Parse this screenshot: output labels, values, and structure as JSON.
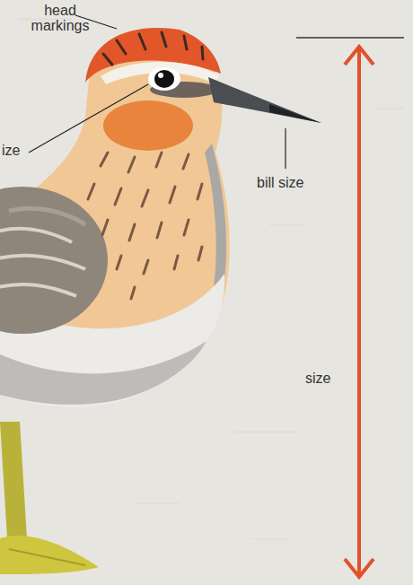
{
  "diagram": {
    "labels": [
      "head markings",
      "ize",
      "bill size",
      "size"
    ]
  }
}
